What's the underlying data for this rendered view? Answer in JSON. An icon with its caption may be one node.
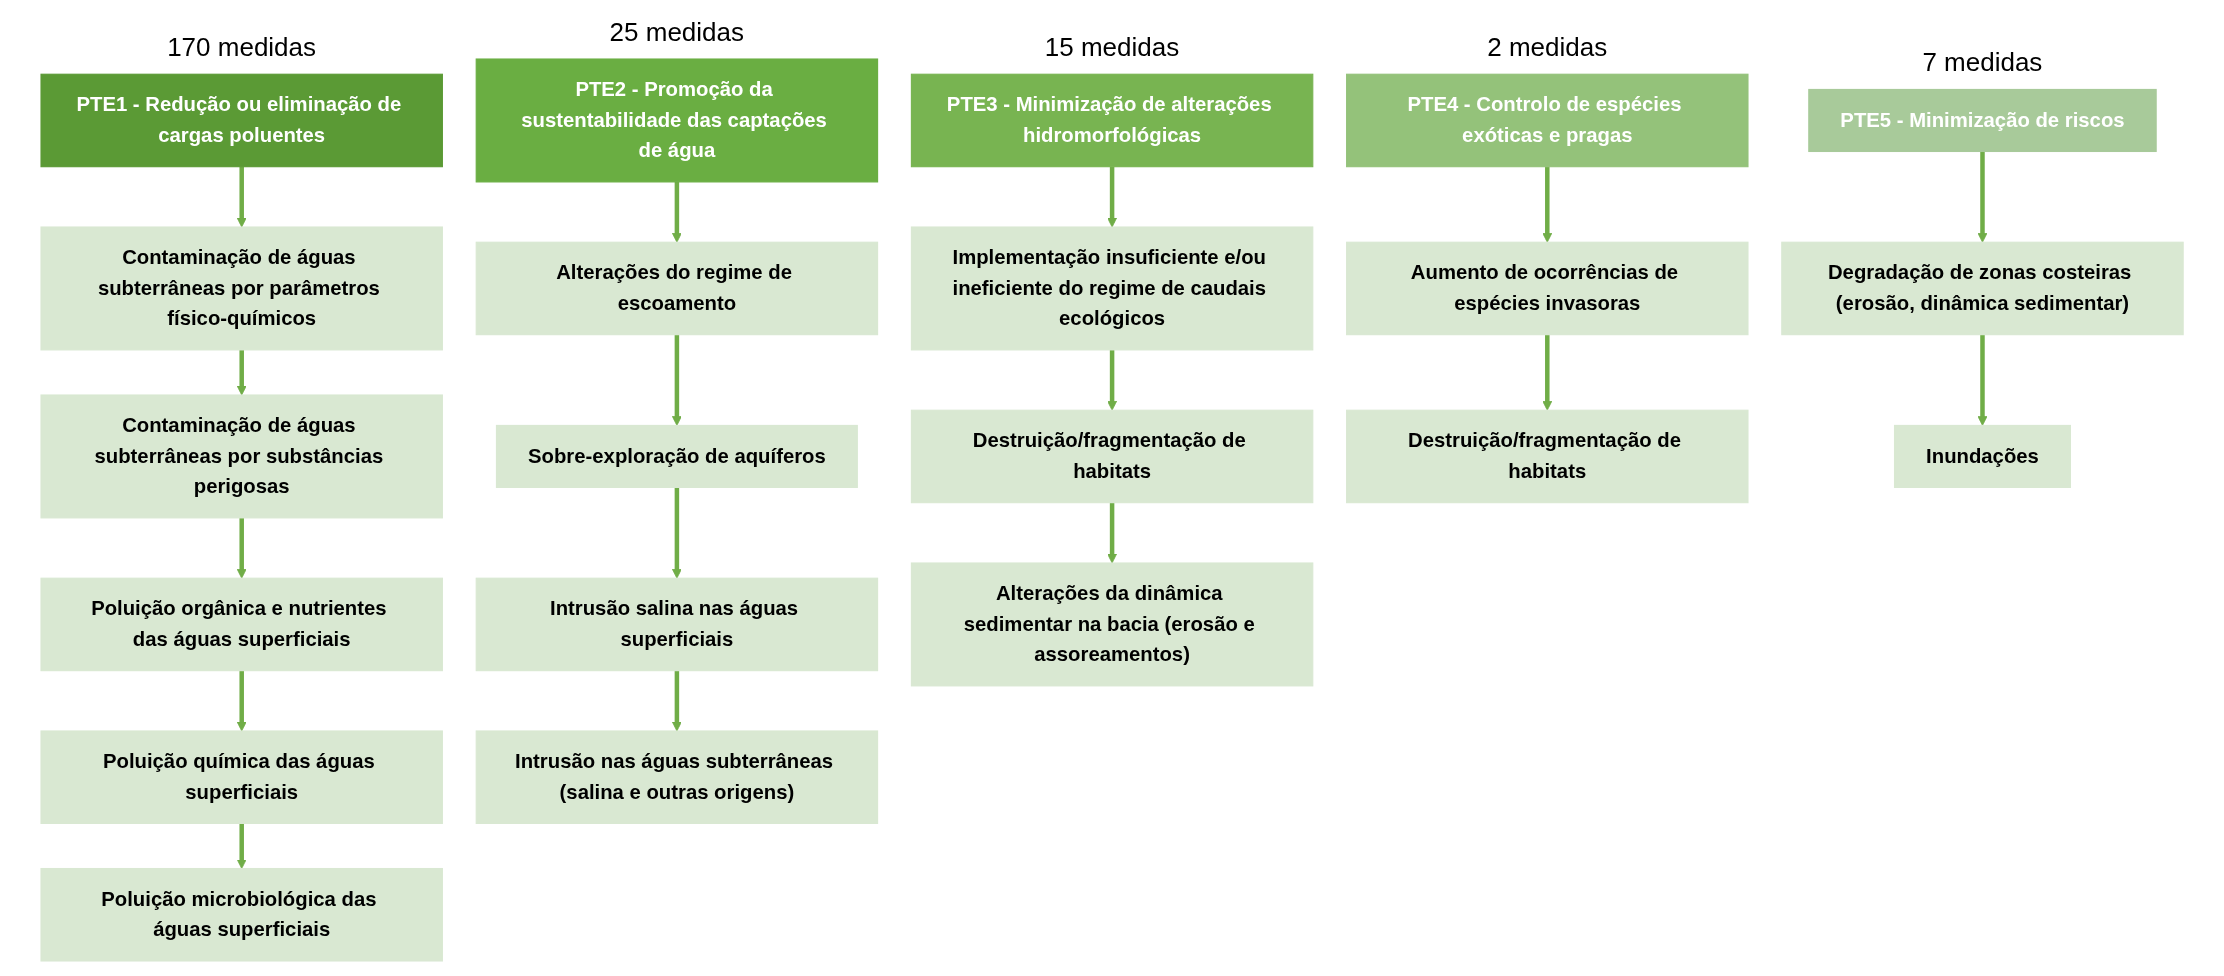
{
  "diagram": {
    "nodes": [
      {
        "text": [
          "PTE1 - Redução ou eliminação de cargas poluentes"
        ],
        "beside": [
          "170 medidas"
        ]
      },
      {
        "text": [
          "Contaminação de águas subterrâneas por parâmetros físico-químicos"
        ]
      },
      {
        "text": [
          "Contaminação de águas subterrâneas por substâncias perigosas"
        ]
      },
      {
        "text": [
          "Poluição orgânica e nutrientes das águas superficiais"
        ]
      },
      {
        "text": [
          "Poluição química das águas superficiais"
        ]
      },
      {
        "text": [
          "Poluição microbiológica das águas superficiais"
        ]
      },
      {
        "text": [
          "PTE2 - Promoção da sustentabilidade das captações de água"
        ],
        "beside": [
          "25 medidas"
        ]
      },
      {
        "text": [
          "Alterações do regime de escoamento"
        ]
      },
      {
        "text": [
          "Sobre-exploração de aquíferos"
        ]
      },
      {
        "text": [
          "Intrusão salina nas águas superficiais"
        ]
      },
      {
        "text": [
          "Intrusão nas águas subterrâneas (salina e outras origens)"
        ]
      },
      {
        "text": [
          "PTE3 - Minimização de alterações hidromorfológicas"
        ],
        "beside": [
          "15 medidas"
        ]
      },
      {
        "text": [
          "Implementação insuficiente e/ou ineficiente do regime de caudais ecológicos"
        ]
      },
      {
        "text": [
          "Destruição/fragmentação de habitats"
        ]
      },
      {
        "text": [
          "Alterações da dinâmica sedimentar na bacia (erosão e assoreamentos)"
        ]
      },
      {
        "text": [
          "PTE4 - Controlo de espécies exóticas e pragas"
        ],
        "beside": [
          "2 medidas"
        ]
      },
      {
        "text": [
          "Aumento de ocorrências de espécies invasoras"
        ]
      },
      {
        "text": [
          "Destruição/fragmentação de habitats"
        ]
      },
      {
        "text": [
          "PTE5 - Minimização de riscos"
        ],
        "beside": [
          "7 medidas"
        ]
      },
      {
        "text": [
          "Degradação de zonas costeiras (erosão, dinâmica sedimentar)"
        ]
      },
      {
        "text": [
          "Inundações"
        ]
      }
    ],
    "edges": [
      {
        "from": 0,
        "to": 1,
        "arrow": "to"
      },
      {
        "from": 1,
        "to": 2,
        "arrow": "to"
      },
      {
        "from": 2,
        "to": 3,
        "arrow": "to"
      },
      {
        "from": 3,
        "to": 4,
        "arrow": "to"
      },
      {
        "from": 4,
        "to": 5,
        "arrow": "to"
      },
      {
        "from": 6,
        "to": 7,
        "arrow": "to"
      },
      {
        "from": 7,
        "to": 8,
        "arrow": "to"
      },
      {
        "from": 8,
        "to": 9,
        "arrow": "to"
      },
      {
        "from": 9,
        "to": 10,
        "arrow": "to"
      },
      {
        "from": 11,
        "to": 12,
        "arrow": "to"
      },
      {
        "from": 12,
        "to": 13,
        "arrow": "to"
      },
      {
        "from": 13,
        "to": 14,
        "arrow": "to"
      },
      {
        "from": 15,
        "to": 16,
        "arrow": "to"
      },
      {
        "from": 16,
        "to": 17,
        "arrow": "to"
      },
      {
        "from": 18,
        "to": 19,
        "arrow": "to"
      },
      {
        "from": 19,
        "to": 20,
        "arrow": "to"
      }
    ]
  }
}
